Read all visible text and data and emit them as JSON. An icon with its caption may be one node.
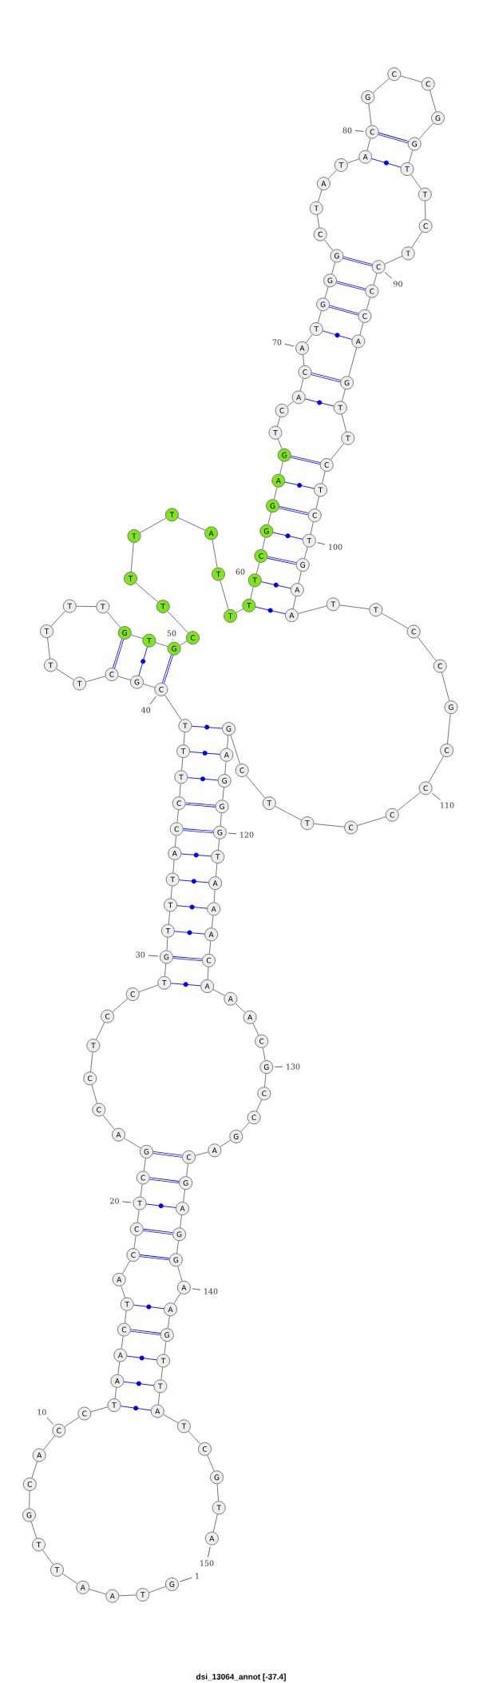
{
  "diagram": {
    "caption": "dsi_13064_annot [-37.4]",
    "nodes": [
      {
        "text": [
          "G"
        ],
        "beside": [
          "1"
        ]
      },
      {
        "text": [
          "T"
        ]
      },
      {
        "text": [
          "A"
        ]
      },
      {
        "text": [
          "A"
        ]
      },
      {
        "text": [
          "T"
        ]
      },
      {
        "text": [
          "T"
        ]
      },
      {
        "text": [
          "G"
        ]
      },
      {
        "text": [
          "C"
        ]
      },
      {
        "text": [
          "A"
        ]
      },
      {
        "text": [
          "C"
        ],
        "beside": [
          "10"
        ]
      },
      {
        "text": [
          "C"
        ]
      },
      {
        "text": [
          "T"
        ]
      },
      {
        "text": [
          "A"
        ]
      },
      {
        "text": [
          "A"
        ]
      },
      {
        "text": [
          "C"
        ]
      },
      {
        "text": [
          "T"
        ]
      },
      {
        "text": [
          "A"
        ]
      },
      {
        "text": [
          "C"
        ]
      },
      {
        "text": [
          "C"
        ]
      },
      {
        "text": [
          "T"
        ],
        "beside": [
          "20"
        ]
      },
      {
        "text": [
          "C"
        ]
      },
      {
        "text": [
          "G"
        ]
      },
      {
        "text": [
          "A"
        ]
      },
      {
        "text": [
          "C"
        ]
      },
      {
        "text": [
          "C"
        ]
      },
      {
        "text": [
          "T"
        ]
      },
      {
        "text": [
          "C"
        ]
      },
      {
        "text": [
          "C"
        ]
      },
      {
        "text": [
          "T"
        ]
      },
      {
        "text": [
          "G"
        ],
        "beside": [
          "30"
        ]
      },
      {
        "text": [
          "T"
        ]
      },
      {
        "text": [
          "T"
        ]
      },
      {
        "text": [
          "T"
        ]
      },
      {
        "text": [
          "A"
        ]
      },
      {
        "text": [
          "C"
        ]
      },
      {
        "text": [
          "C"
        ]
      },
      {
        "text": [
          "T"
        ]
      },
      {
        "text": [
          "T"
        ]
      },
      {
        "text": [
          "T"
        ]
      },
      {
        "text": [
          "C"
        ],
        "beside": [
          "40"
        ]
      },
      {
        "text": [
          "G"
        ]
      },
      {
        "text": [
          "C"
        ]
      },
      {
        "text": [
          "T"
        ]
      },
      {
        "text": [
          "T"
        ]
      },
      {
        "text": [
          "T"
        ]
      },
      {
        "text": [
          "T"
        ]
      },
      {
        "text": [
          "T"
        ]
      },
      {
        "text": [
          "G"
        ]
      },
      {
        "text": [
          "T"
        ]
      },
      {
        "text": [
          "G"
        ],
        "beside": [
          "50"
        ]
      },
      {
        "text": [
          "C"
        ]
      },
      {
        "text": [
          "T"
        ]
      },
      {
        "text": [
          "T"
        ]
      },
      {
        "text": [
          "T"
        ]
      },
      {
        "text": [
          "T"
        ]
      },
      {
        "text": [
          "A"
        ]
      },
      {
        "text": [
          "T"
        ]
      },
      {
        "text": [
          "T"
        ]
      },
      {
        "text": [
          "T"
        ]
      },
      {
        "text": [
          "T"
        ],
        "beside": [
          "60"
        ]
      },
      {
        "text": [
          "C"
        ]
      },
      {
        "text": [
          "G"
        ]
      },
      {
        "text": [
          "G"
        ]
      },
      {
        "text": [
          "A"
        ]
      },
      {
        "text": [
          "G"
        ]
      },
      {
        "text": [
          "T"
        ]
      },
      {
        "text": [
          "C"
        ]
      },
      {
        "text": [
          "A"
        ]
      },
      {
        "text": [
          "C"
        ]
      },
      {
        "text": [
          "A"
        ],
        "beside": [
          "70"
        ]
      },
      {
        "text": [
          "T"
        ]
      },
      {
        "text": [
          "G"
        ]
      },
      {
        "text": [
          "G"
        ]
      },
      {
        "text": [
          "G"
        ]
      },
      {
        "text": [
          "C"
        ]
      },
      {
        "text": [
          "T"
        ]
      },
      {
        "text": [
          "A"
        ]
      },
      {
        "text": [
          "T"
        ]
      },
      {
        "text": [
          "A"
        ]
      },
      {
        "text": [
          "C"
        ],
        "beside": [
          "80"
        ]
      },
      {
        "text": [
          "G"
        ]
      },
      {
        "text": [
          "C"
        ]
      },
      {
        "text": [
          "C"
        ]
      },
      {
        "text": [
          "G"
        ]
      },
      {
        "text": [
          "G"
        ]
      },
      {
        "text": [
          "T"
        ]
      },
      {
        "text": [
          "T"
        ]
      },
      {
        "text": [
          "C"
        ]
      },
      {
        "text": [
          "T"
        ]
      },
      {
        "text": [
          "C"
        ],
        "beside": [
          "90"
        ]
      },
      {
        "text": [
          "C"
        ]
      },
      {
        "text": [
          "C"
        ]
      },
      {
        "text": [
          "A"
        ]
      },
      {
        "text": [
          "G"
        ]
      },
      {
        "text": [
          "T"
        ]
      },
      {
        "text": [
          "T"
        ]
      },
      {
        "text": [
          "C"
        ]
      },
      {
        "text": [
          "T"
        ]
      },
      {
        "text": [
          "C"
        ]
      },
      {
        "text": [
          "T"
        ],
        "beside": [
          "100"
        ]
      },
      {
        "text": [
          "G"
        ]
      },
      {
        "text": [
          "A"
        ]
      },
      {
        "text": [
          "A"
        ]
      },
      {
        "text": [
          "T"
        ]
      },
      {
        "text": [
          "T"
        ]
      },
      {
        "text": [
          "C"
        ]
      },
      {
        "text": [
          "C"
        ]
      },
      {
        "text": [
          "G"
        ]
      },
      {
        "text": [
          "C"
        ]
      },
      {
        "text": [
          "C"
        ],
        "beside": [
          "110"
        ]
      },
      {
        "text": [
          "C"
        ]
      },
      {
        "text": [
          "C"
        ]
      },
      {
        "text": [
          "T"
        ]
      },
      {
        "text": [
          "T"
        ]
      },
      {
        "text": [
          "C"
        ]
      },
      {
        "text": [
          "G"
        ]
      },
      {
        "text": [
          "A"
        ]
      },
      {
        "text": [
          "G"
        ]
      },
      {
        "text": [
          "G"
        ]
      },
      {
        "text": [
          "G"
        ],
        "beside": [
          "120"
        ]
      },
      {
        "text": [
          "T"
        ]
      },
      {
        "text": [
          "A"
        ]
      },
      {
        "text": [
          "A"
        ]
      },
      {
        "text": [
          "A"
        ]
      },
      {
        "text": [
          "C"
        ]
      },
      {
        "text": [
          "A"
        ]
      },
      {
        "text": [
          "A"
        ]
      },
      {
        "text": [
          "A"
        ]
      },
      {
        "text": [
          "C"
        ]
      },
      {
        "text": [
          "G"
        ],
        "beside": [
          "130"
        ]
      },
      {
        "text": [
          "C"
        ]
      },
      {
        "text": [
          "C"
        ]
      },
      {
        "text": [
          "G"
        ]
      },
      {
        "text": [
          "A"
        ]
      },
      {
        "text": [
          "C"
        ]
      },
      {
        "text": [
          "G"
        ]
      },
      {
        "text": [
          "A"
        ]
      },
      {
        "text": [
          "G"
        ]
      },
      {
        "text": [
          "G"
        ]
      },
      {
        "text": [
          "A"
        ],
        "beside": [
          "140"
        ]
      },
      {
        "text": [
          "A"
        ]
      },
      {
        "text": [
          "G"
        ]
      },
      {
        "text": [
          "T"
        ]
      },
      {
        "text": [
          "T"
        ]
      },
      {
        "text": [
          "A"
        ]
      },
      {
        "text": [
          "T"
        ]
      },
      {
        "text": [
          "C"
        ]
      },
      {
        "text": [
          "G"
        ]
      },
      {
        "text": [
          "T"
        ]
      },
      {
        "text": [
          "A"
        ],
        "beside": [
          "150"
        ]
      }
    ],
    "edges": [
      {
        "from": 0,
        "to": 1,
        "arrow": "none"
      },
      {
        "from": 1,
        "to": 2,
        "arrow": "none"
      },
      {
        "from": 2,
        "to": 3,
        "arrow": "none"
      },
      {
        "from": 3,
        "to": 4,
        "arrow": "none"
      },
      {
        "from": 4,
        "to": 5,
        "arrow": "none"
      },
      {
        "from": 5,
        "to": 6,
        "arrow": "none"
      },
      {
        "from": 6,
        "to": 7,
        "arrow": "none"
      },
      {
        "from": 7,
        "to": 8,
        "arrow": "none"
      },
      {
        "from": 8,
        "to": 9,
        "arrow": "none"
      },
      {
        "from": 9,
        "to": 10,
        "arrow": "none"
      },
      {
        "from": 10,
        "to": 11,
        "arrow": "none"
      },
      {
        "from": 11,
        "to": 12,
        "arrow": "none"
      },
      {
        "from": 12,
        "to": 13,
        "arrow": "none"
      },
      {
        "from": 13,
        "to": 14,
        "arrow": "none"
      },
      {
        "from": 14,
        "to": 15,
        "arrow": "none"
      },
      {
        "from": 15,
        "to": 16,
        "arrow": "none"
      },
      {
        "from": 16,
        "to": 17,
        "arrow": "none"
      },
      {
        "from": 17,
        "to": 18,
        "arrow": "none"
      },
      {
        "from": 18,
        "to": 19,
        "arrow": "none"
      },
      {
        "from": 19,
        "to": 20,
        "arrow": "none"
      },
      {
        "from": 20,
        "to": 21,
        "arrow": "none"
      },
      {
        "from": 21,
        "to": 22,
        "arrow": "none"
      },
      {
        "from": 22,
        "to": 23,
        "arrow": "none"
      },
      {
        "from": 23,
        "to": 24,
        "arrow": "none"
      },
      {
        "from": 24,
        "to": 25,
        "arrow": "none"
      },
      {
        "from": 25,
        "to": 26,
        "arrow": "none"
      },
      {
        "from": 26,
        "to": 27,
        "arrow": "none"
      },
      {
        "from": 27,
        "to": 28,
        "arrow": "none"
      },
      {
        "from": 28,
        "to": 29,
        "arrow": "none"
      },
      {
        "from": 29,
        "to": 30,
        "arrow": "none"
      },
      {
        "from": 30,
        "to": 31,
        "arrow": "none"
      },
      {
        "from": 31,
        "to": 32,
        "arrow": "none"
      },
      {
        "from": 32,
        "to": 33,
        "arrow": "none"
      },
      {
        "from": 33,
        "to": 34,
        "arrow": "none"
      },
      {
        "from": 34,
        "to": 35,
        "arrow": "none"
      },
      {
        "from": 35,
        "to": 36,
        "arrow": "none"
      },
      {
        "from": 36,
        "to": 37,
        "arrow": "none"
      },
      {
        "from": 37,
        "to": 38,
        "arrow": "none"
      },
      {
        "from": 38,
        "to": 39,
        "arrow": "none"
      },
      {
        "from": 39,
        "to": 40,
        "arrow": "none"
      },
      {
        "from": 40,
        "to": 41,
        "arrow": "none"
      },
      {
        "from": 41,
        "to": 42,
        "arrow": "none"
      },
      {
        "from": 42,
        "to": 43,
        "arrow": "none"
      },
      {
        "from": 43,
        "to": 44,
        "arrow": "none"
      },
      {
        "from": 44,
        "to": 45,
        "arrow": "none"
      },
      {
        "from": 45,
        "to": 46,
        "arrow": "none"
      },
      {
        "from": 46,
        "to": 47,
        "arrow": "none"
      },
      {
        "from": 47,
        "to": 48,
        "arrow": "none"
      },
      {
        "from": 48,
        "to": 49,
        "arrow": "none"
      },
      {
        "from": 49,
        "to": 50,
        "arrow": "none"
      },
      {
        "from": 50,
        "to": 51,
        "arrow": "none"
      },
      {
        "from": 51,
        "to": 52,
        "arrow": "none"
      },
      {
        "from": 52,
        "to": 53,
        "arrow": "none"
      },
      {
        "from": 53,
        "to": 54,
        "arrow": "none"
      },
      {
        "from": 54,
        "to": 55,
        "arrow": "none"
      },
      {
        "from": 55,
        "to": 56,
        "arrow": "none"
      },
      {
        "from": 56,
        "to": 57,
        "arrow": "none"
      },
      {
        "from": 57,
        "to": 58,
        "arrow": "none"
      },
      {
        "from": 58,
        "to": 59,
        "arrow": "none"
      },
      {
        "from": 59,
        "to": 60,
        "arrow": "none"
      },
      {
        "from": 60,
        "to": 61,
        "arrow": "none"
      },
      {
        "from": 61,
        "to": 62,
        "arrow": "none"
      },
      {
        "from": 62,
        "to": 63,
        "arrow": "none"
      },
      {
        "from": 63,
        "to": 64,
        "arrow": "none"
      },
      {
        "from": 64,
        "to": 65,
        "arrow": "none"
      },
      {
        "from": 65,
        "to": 66,
        "arrow": "none"
      },
      {
        "from": 66,
        "to": 67,
        "arrow": "none"
      },
      {
        "from": 67,
        "to": 68,
        "arrow": "none"
      },
      {
        "from": 68,
        "to": 69,
        "arrow": "none"
      },
      {
        "from": 69,
        "to": 70,
        "arrow": "none"
      },
      {
        "from": 70,
        "to": 71,
        "arrow": "none"
      },
      {
        "from": 71,
        "to": 72,
        "arrow": "none"
      },
      {
        "from": 72,
        "to": 73,
        "arrow": "none"
      },
      {
        "from": 73,
        "to": 74,
        "arrow": "none"
      },
      {
        "from": 74,
        "to": 75,
        "arrow": "none"
      },
      {
        "from": 75,
        "to": 76,
        "arrow": "none"
      },
      {
        "from": 76,
        "to": 77,
        "arrow": "none"
      },
      {
        "from": 77,
        "to": 78,
        "arrow": "none"
      },
      {
        "from": 78,
        "to": 79,
        "arrow": "none"
      },
      {
        "from": 79,
        "to": 80,
        "arrow": "none"
      },
      {
        "from": 80,
        "to": 81,
        "arrow": "none"
      },
      {
        "from": 81,
        "to": 82,
        "arrow": "none"
      },
      {
        "from": 82,
        "to": 83,
        "arrow": "none"
      },
      {
        "from": 83,
        "to": 84,
        "arrow": "none"
      },
      {
        "from": 84,
        "to": 85,
        "arrow": "none"
      },
      {
        "from": 85,
        "to": 86,
        "arrow": "none"
      },
      {
        "from": 86,
        "to": 87,
        "arrow": "none"
      },
      {
        "from": 87,
        "to": 88,
        "arrow": "none"
      },
      {
        "from": 88,
        "to": 89,
        "arrow": "none"
      },
      {
        "from": 89,
        "to": 90,
        "arrow": "none"
      },
      {
        "from": 90,
        "to": 91,
        "arrow": "none"
      },
      {
        "from": 91,
        "to": 92,
        "arrow": "none"
      },
      {
        "from": 92,
        "to": 93,
        "arrow": "none"
      },
      {
        "from": 93,
        "to": 94,
        "arrow": "none"
      },
      {
        "from": 94,
        "to": 95,
        "arrow": "none"
      },
      {
        "from": 95,
        "to": 96,
        "arrow": "none"
      },
      {
        "from": 96,
        "to": 97,
        "arrow": "none"
      },
      {
        "from": 97,
        "to": 98,
        "arrow": "none"
      },
      {
        "from": 98,
        "to": 99,
        "arrow": "none"
      },
      {
        "from": 99,
        "to": 100,
        "arrow": "none"
      },
      {
        "from": 100,
        "to": 101,
        "arrow": "none"
      },
      {
        "from": 101,
        "to": 102,
        "arrow": "none"
      },
      {
        "from": 102,
        "to": 103,
        "arrow": "none"
      },
      {
        "from": 103,
        "to": 104,
        "arrow": "none"
      },
      {
        "from": 104,
        "to": 105,
        "arrow": "none"
      },
      {
        "from": 105,
        "to": 106,
        "arrow": "none"
      },
      {
        "from": 106,
        "to": 107,
        "arrow": "none"
      },
      {
        "from": 107,
        "to": 108,
        "arrow": "none"
      },
      {
        "from": 108,
        "to": 109,
        "arrow": "none"
      },
      {
        "from": 109,
        "to": 110,
        "arrow": "none"
      },
      {
        "from": 110,
        "to": 111,
        "arrow": "none"
      },
      {
        "from": 111,
        "to": 112,
        "arrow": "none"
      },
      {
        "from": 112,
        "to": 113,
        "arrow": "none"
      },
      {
        "from": 113,
        "to": 114,
        "arrow": "none"
      },
      {
        "from": 114,
        "to": 115,
        "arrow": "none"
      },
      {
        "from": 115,
        "to": 116,
        "arrow": "none"
      },
      {
        "from": 116,
        "to": 117,
        "arrow": "none"
      },
      {
        "from": 117,
        "to": 118,
        "arrow": "none"
      },
      {
        "from": 118,
        "to": 119,
        "arrow": "none"
      },
      {
        "from": 119,
        "to": 120,
        "arrow": "none"
      },
      {
        "from": 120,
        "to": 121,
        "arrow": "none"
      },
      {
        "from": 121,
        "to": 122,
        "arrow": "none"
      },
      {
        "from": 122,
        "to": 123,
        "arrow": "none"
      },
      {
        "from": 123,
        "to": 124,
        "arrow": "none"
      },
      {
        "from": 124,
        "to": 125,
        "arrow": "none"
      },
      {
        "from": 125,
        "to": 126,
        "arrow": "none"
      },
      {
        "from": 126,
        "to": 127,
        "arrow": "none"
      },
      {
        "from": 127,
        "to": 128,
        "arrow": "none"
      },
      {
        "from": 128,
        "to": 129,
        "arrow": "none"
      },
      {
        "from": 129,
        "to": 130,
        "arrow": "none"
      },
      {
        "from": 130,
        "to": 131,
        "arrow": "none"
      },
      {
        "from": 131,
        "to": 132,
        "arrow": "none"
      },
      {
        "from": 132,
        "to": 133,
        "arrow": "none"
      },
      {
        "from": 133,
        "to": 134,
        "arrow": "none"
      },
      {
        "from": 134,
        "to": 135,
        "arrow": "none"
      },
      {
        "from": 135,
        "to": 136,
        "arrow": "none"
      },
      {
        "from": 136,
        "to": 137,
        "arrow": "none"
      },
      {
        "from": 137,
        "to": 138,
        "arrow": "none"
      },
      {
        "from": 138,
        "to": 139,
        "arrow": "none"
      },
      {
        "from": 139,
        "to": 140,
        "arrow": "none"
      },
      {
        "from": 140,
        "to": 141,
        "arrow": "none"
      },
      {
        "from": 141,
        "to": 142,
        "arrow": "none"
      },
      {
        "from": 142,
        "to": 143,
        "arrow": "none"
      },
      {
        "from": 143,
        "to": 144,
        "arrow": "none"
      },
      {
        "from": 144,
        "to": 145,
        "arrow": "none"
      },
      {
        "from": 145,
        "to": 146,
        "arrow": "none"
      },
      {
        "from": 146,
        "to": 147,
        "arrow": "none"
      },
      {
        "from": 147,
        "to": 148,
        "arrow": "none"
      },
      {
        "from": 148,
        "to": 149,
        "arrow": "none"
      },
      {
        "from": 11,
        "to": 144,
        "arrow": "none",
        "color": "#0000ff"
      },
      {
        "from": 12,
        "to": 143,
        "arrow": "none",
        "color": "#0000ff"
      },
      {
        "from": 13,
        "to": 142,
        "arrow": "none",
        "color": "#0000ff"
      },
      {
        "from": 14,
        "to": 141,
        "arrow": "none",
        "color": "#0000ff"
      },
      {
        "from": 15,
        "to": 140,
        "arrow": "none",
        "color": "#0000ff"
      },
      {
        "from": 17,
        "to": 138,
        "arrow": "none",
        "color": "#0000ff"
      },
      {
        "from": 18,
        "to": 137,
        "arrow": "none",
        "color": "#0000ff"
      },
      {
        "from": 19,
        "to": 136,
        "arrow": "none",
        "color": "#0000ff"
      },
      {
        "from": 20,
        "to": 135,
        "arrow": "none",
        "color": "#0000ff"
      },
      {
        "from": 21,
        "to": 134,
        "arrow": "none",
        "color": "#0000ff"
      },
      {
        "from": 28,
        "to": 125,
        "arrow": "none",
        "color": "#0000ff"
      },
      {
        "from": 29,
        "to": 124,
        "arrow": "none",
        "color": "#0000ff"
      },
      {
        "from": 30,
        "to": 123,
        "arrow": "none",
        "color": "#0000ff"
      },
      {
        "from": 31,
        "to": 122,
        "arrow": "none",
        "color": "#0000ff"
      },
      {
        "from": 32,
        "to": 121,
        "arrow": "none",
        "color": "#0000ff"
      },
      {
        "from": 33,
        "to": 120,
        "arrow": "none",
        "color": "#0000ff"
      },
      {
        "from": 34,
        "to": 119,
        "arrow": "none",
        "color": "#0000ff"
      },
      {
        "from": 35,
        "to": 118,
        "arrow": "none",
        "color": "#0000ff"
      },
      {
        "from": 36,
        "to": 117,
        "arrow": "none",
        "color": "#0000ff"
      },
      {
        "from": 37,
        "to": 116,
        "arrow": "none",
        "color": "#0000ff"
      },
      {
        "from": 38,
        "to": 115,
        "arrow": "none",
        "color": "#0000ff"
      },
      {
        "from": 39,
        "to": 49,
        "arrow": "none",
        "color": "#0000ff"
      },
      {
        "from": 40,
        "to": 48,
        "arrow": "none",
        "color": "#0000ff"
      },
      {
        "from": 41,
        "to": 47,
        "arrow": "none",
        "color": "#0000ff"
      },
      {
        "from": 58,
        "to": 102,
        "arrow": "none",
        "color": "#0000ff"
      },
      {
        "from": 59,
        "to": 101,
        "arrow": "none",
        "color": "#0000ff"
      },
      {
        "from": 60,
        "to": 100,
        "arrow": "none",
        "color": "#0000ff"
      },
      {
        "from": 61,
        "to": 99,
        "arrow": "none",
        "color": "#0000ff"
      },
      {
        "from": 62,
        "to": 98,
        "arrow": "none",
        "color": "#0000ff"
      },
      {
        "from": 63,
        "to": 97,
        "arrow": "none",
        "color": "#0000ff"
      },
      {
        "from": 64,
        "to": 96,
        "arrow": "none",
        "color": "#0000ff"
      },
      {
        "from": 67,
        "to": 94,
        "arrow": "none",
        "color": "#0000ff"
      },
      {
        "from": 68,
        "to": 93,
        "arrow": "none",
        "color": "#0000ff"
      },
      {
        "from": 70,
        "to": 92,
        "arrow": "none",
        "color": "#0000ff"
      },
      {
        "from": 71,
        "to": 91,
        "arrow": "none",
        "color": "#0000ff"
      },
      {
        "from": 72,
        "to": 90,
        "arrow": "none",
        "color": "#0000ff"
      },
      {
        "from": 73,
        "to": 89,
        "arrow": "none",
        "color": "#0000ff"
      },
      {
        "from": 78,
        "to": 85,
        "arrow": "none",
        "color": "#0000ff"
      },
      {
        "from": 79,
        "to": 84,
        "arrow": "none",
        "color": "#0000ff"
      }
    ]
  }
}
